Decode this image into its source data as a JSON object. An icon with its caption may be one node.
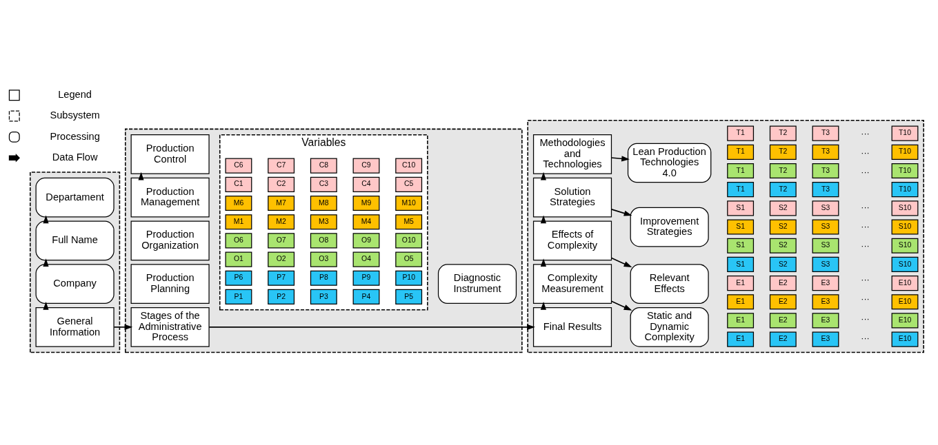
{
  "diagram": {
    "nodes": [
      {
        "text": [],
        "shape": "box"
      },
      {
        "text": [
          "General Information"
        ],
        "in": 0
      },
      {
        "text": [
          "Company"
        ],
        "in": 0
      },
      {
        "text": [
          "Full Name"
        ],
        "in": 0
      },
      {
        "text": [
          "Departament"
        ],
        "in": 0
      },
      {
        "text": [],
        "shape": "box"
      },
      {
        "text": [
          "Stages of the Administrative Process"
        ],
        "in": 5
      },
      {
        "text": [
          "Production Planning"
        ],
        "in": 5
      },
      {
        "text": [
          "Production Organization"
        ],
        "in": 5
      },
      {
        "text": [
          "Production Management"
        ],
        "in": 5
      },
      {
        "text": [
          "Production Control"
        ],
        "in": 5
      },
      {
        "text": [
          "Variables"
        ],
        "in": 5
      },
      {
        "text": [
          "P1"
        ],
        "in": 11
      },
      {
        "text": [
          "P2"
        ],
        "in": 11
      },
      {
        "text": [
          "P3"
        ],
        "in": 11
      },
      {
        "text": [
          "P4"
        ],
        "in": 11
      },
      {
        "text": [
          "P5"
        ],
        "in": 11
      },
      {
        "text": [
          "P6"
        ],
        "in": 11
      },
      {
        "text": [
          "P7"
        ],
        "in": 11
      },
      {
        "text": [
          "P8"
        ],
        "in": 11
      },
      {
        "text": [
          "P9"
        ],
        "in": 11
      },
      {
        "text": [
          "P10"
        ],
        "in": 11
      },
      {
        "text": [
          "O1"
        ],
        "in": 11
      },
      {
        "text": [
          "O2"
        ],
        "in": 11
      },
      {
        "text": [
          "O3"
        ],
        "in": 11
      },
      {
        "text": [
          "O4"
        ],
        "in": 11
      },
      {
        "text": [
          "O5"
        ],
        "in": 11
      },
      {
        "text": [
          "O6"
        ],
        "in": 11
      },
      {
        "text": [
          "O7"
        ],
        "in": 11
      },
      {
        "text": [
          "O8"
        ],
        "in": 11
      },
      {
        "text": [
          "O9"
        ],
        "in": 11
      },
      {
        "text": [
          "O10"
        ],
        "in": 11
      },
      {
        "text": [
          "M1"
        ],
        "in": 11
      },
      {
        "text": [
          "M2"
        ],
        "in": 11
      },
      {
        "text": [
          "M3"
        ],
        "in": 11
      },
      {
        "text": [
          "M4"
        ],
        "in": 11
      },
      {
        "text": [
          "M5"
        ],
        "in": 11
      },
      {
        "text": [
          "M6"
        ],
        "in": 11
      },
      {
        "text": [
          "M7"
        ],
        "in": 11
      },
      {
        "text": [
          "M8"
        ],
        "in": 11
      },
      {
        "text": [
          "M9"
        ],
        "in": 11
      },
      {
        "text": [
          "M10"
        ],
        "in": 11
      },
      {
        "text": [
          "C1"
        ],
        "in": 11
      },
      {
        "text": [
          "C2"
        ],
        "in": 11
      },
      {
        "text": [
          "C3"
        ],
        "in": 11
      },
      {
        "text": [
          "C4"
        ],
        "in": 11
      },
      {
        "text": [
          "C5"
        ],
        "in": 11
      },
      {
        "text": [
          "C6"
        ],
        "in": 11
      },
      {
        "text": [
          "C7"
        ],
        "in": 11
      },
      {
        "text": [
          "C8"
        ],
        "in": 11
      },
      {
        "text": [
          "C9"
        ],
        "in": 11
      },
      {
        "text": [
          "C10"
        ],
        "in": 11
      },
      {
        "text": [
          "Diagnostic Instrument"
        ],
        "in": 5
      },
      {
        "text": [],
        "shape": "box"
      },
      {
        "text": [
          "Final Results"
        ],
        "in": 53
      },
      {
        "text": [
          "Complexity Measurement"
        ],
        "in": 53
      },
      {
        "text": [
          "Static and Dynamic Complexity"
        ],
        "in": 53
      },
      {
        "text": [
          "Effects of Complexity"
        ],
        "in": 53
      },
      {
        "text": [
          "Relevant Effects"
        ],
        "in": 53
      },
      {
        "text": [
          "Solution Strategies"
        ],
        "in": 53
      },
      {
        "text": [
          "Improvement Strategies"
        ],
        "in": 53
      },
      {
        "text": [
          "Methodologies and Technologies"
        ],
        "in": 53
      },
      {
        "text": [
          "Lean Production Technologies 4.0"
        ],
        "in": 53
      },
      {
        "text": [
          "E1"
        ],
        "in": 53
      },
      {
        "text": [
          "E2"
        ],
        "in": 53
      },
      {
        "text": [
          "E3"
        ],
        "in": 53
      },
      {
        "text": [
          "E10"
        ],
        "in": 53
      },
      {
        "text": [
          "E1"
        ],
        "in": 53
      },
      {
        "text": [
          "E2"
        ],
        "in": 53
      },
      {
        "text": [
          "E3"
        ],
        "in": 53
      },
      {
        "text": [
          "E10"
        ],
        "in": 53
      },
      {
        "text": [
          "E1"
        ],
        "in": 53
      },
      {
        "text": [
          "E2"
        ],
        "in": 53
      },
      {
        "text": [
          "E3"
        ],
        "in": 53
      },
      {
        "text": [
          "E10"
        ],
        "in": 53
      },
      {
        "text": [
          "E1"
        ],
        "in": 53
      },
      {
        "text": [
          "E2"
        ],
        "in": 53
      },
      {
        "text": [
          "E3"
        ],
        "in": 53
      },
      {
        "text": [
          "E10"
        ],
        "in": 53
      },
      {
        "text": [
          "S1"
        ],
        "in": 53
      },
      {
        "text": [
          "S2"
        ],
        "in": 53
      },
      {
        "text": [
          "S3"
        ],
        "in": 53
      },
      {
        "text": [
          "S10"
        ],
        "in": 53
      },
      {
        "text": [
          "S1"
        ],
        "in": 53
      },
      {
        "text": [
          "S2"
        ],
        "in": 53
      },
      {
        "text": [
          "S3"
        ],
        "in": 53
      },
      {
        "text": [
          "S10"
        ],
        "in": 53
      },
      {
        "text": [
          "S1"
        ],
        "in": 53
      },
      {
        "text": [
          "S2"
        ],
        "in": 53
      },
      {
        "text": [
          "S3"
        ],
        "in": 53
      },
      {
        "text": [
          "S10"
        ],
        "in": 53
      },
      {
        "text": [
          "S1"
        ],
        "in": 53
      },
      {
        "text": [
          "S2"
        ],
        "in": 53
      },
      {
        "text": [
          "S3"
        ],
        "in": 53
      },
      {
        "text": [
          "S10"
        ],
        "in": 53
      },
      {
        "text": [
          "T1"
        ],
        "in": 53
      },
      {
        "text": [
          "T2"
        ],
        "in": 53
      },
      {
        "text": [
          "T3"
        ],
        "in": 53
      },
      {
        "text": [
          "T10"
        ],
        "in": 53
      },
      {
        "text": [
          "T1"
        ],
        "in": 53
      },
      {
        "text": [
          "T2"
        ],
        "in": 53
      },
      {
        "text": [
          "T3"
        ],
        "in": 53
      },
      {
        "text": [
          "T10"
        ],
        "in": 53
      },
      {
        "text": [
          "T1"
        ],
        "in": 53
      },
      {
        "text": [
          "T2"
        ],
        "in": 53
      },
      {
        "text": [
          "T3"
        ],
        "in": 53
      },
      {
        "text": [
          "T10"
        ],
        "in": 53
      },
      {
        "text": [
          "T1"
        ],
        "in": 53
      },
      {
        "text": [
          "T2"
        ],
        "in": 53
      },
      {
        "text": [
          "T3"
        ],
        "in": 53
      },
      {
        "text": [
          "T10"
        ],
        "in": 53
      }
    ],
    "edges": [
      {
        "from": 1,
        "to": 6,
        "arrow": "to"
      },
      {
        "from": 6,
        "to": 54,
        "arrow": "to"
      },
      {
        "from": 1,
        "to": 2,
        "arrow": "to"
      },
      {
        "from": 2,
        "to": 3,
        "arrow": "to"
      },
      {
        "from": 3,
        "to": 4,
        "arrow": "to"
      },
      {
        "from": 9,
        "to": 10,
        "arrow": "to"
      },
      {
        "from": 54,
        "to": 55,
        "arrow": "to"
      },
      {
        "from": 55,
        "to": 56,
        "arrow": "to"
      },
      {
        "from": 55,
        "to": 57,
        "arrow": "to"
      },
      {
        "from": 57,
        "to": 58,
        "arrow": "to"
      },
      {
        "from": 57,
        "to": 59,
        "arrow": "to"
      },
      {
        "from": 59,
        "to": 60,
        "arrow": "to"
      },
      {
        "from": 59,
        "to": 61,
        "arrow": "to"
      },
      {
        "from": 61,
        "to": 62,
        "arrow": "to"
      }
    ],
    "labels": [
      "···",
      "···",
      "···",
      "···",
      "···",
      "···",
      "···",
      "···",
      "···",
      "···"
    ],
    "legend": [
      {
        "text": "Legend"
      },
      {
        "text": "Subsystem"
      },
      {
        "text": "Processing"
      },
      {
        "text": "Data Flow"
      }
    ]
  }
}
